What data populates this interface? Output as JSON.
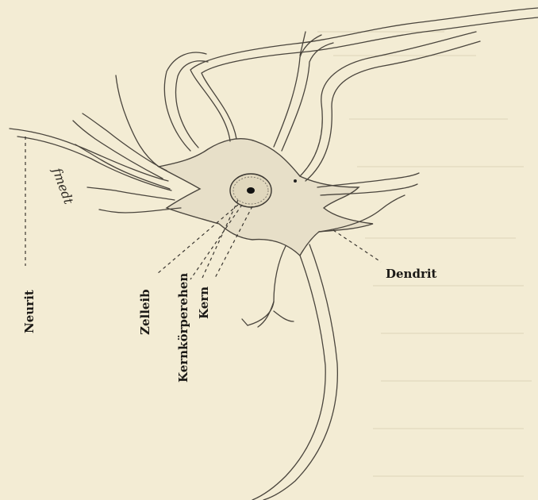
{
  "labels": {
    "neurit": "Neurit",
    "zelleib": "Zelleib",
    "kernkoerperchen": "Kernkörperehen",
    "kern": "Kern",
    "dendrit": "Dendrit"
  },
  "handwriting": "fmedt",
  "colors": {
    "paper": "#f3ecd4",
    "ink": "#1c1a17",
    "cell": "#e7dfc8"
  }
}
